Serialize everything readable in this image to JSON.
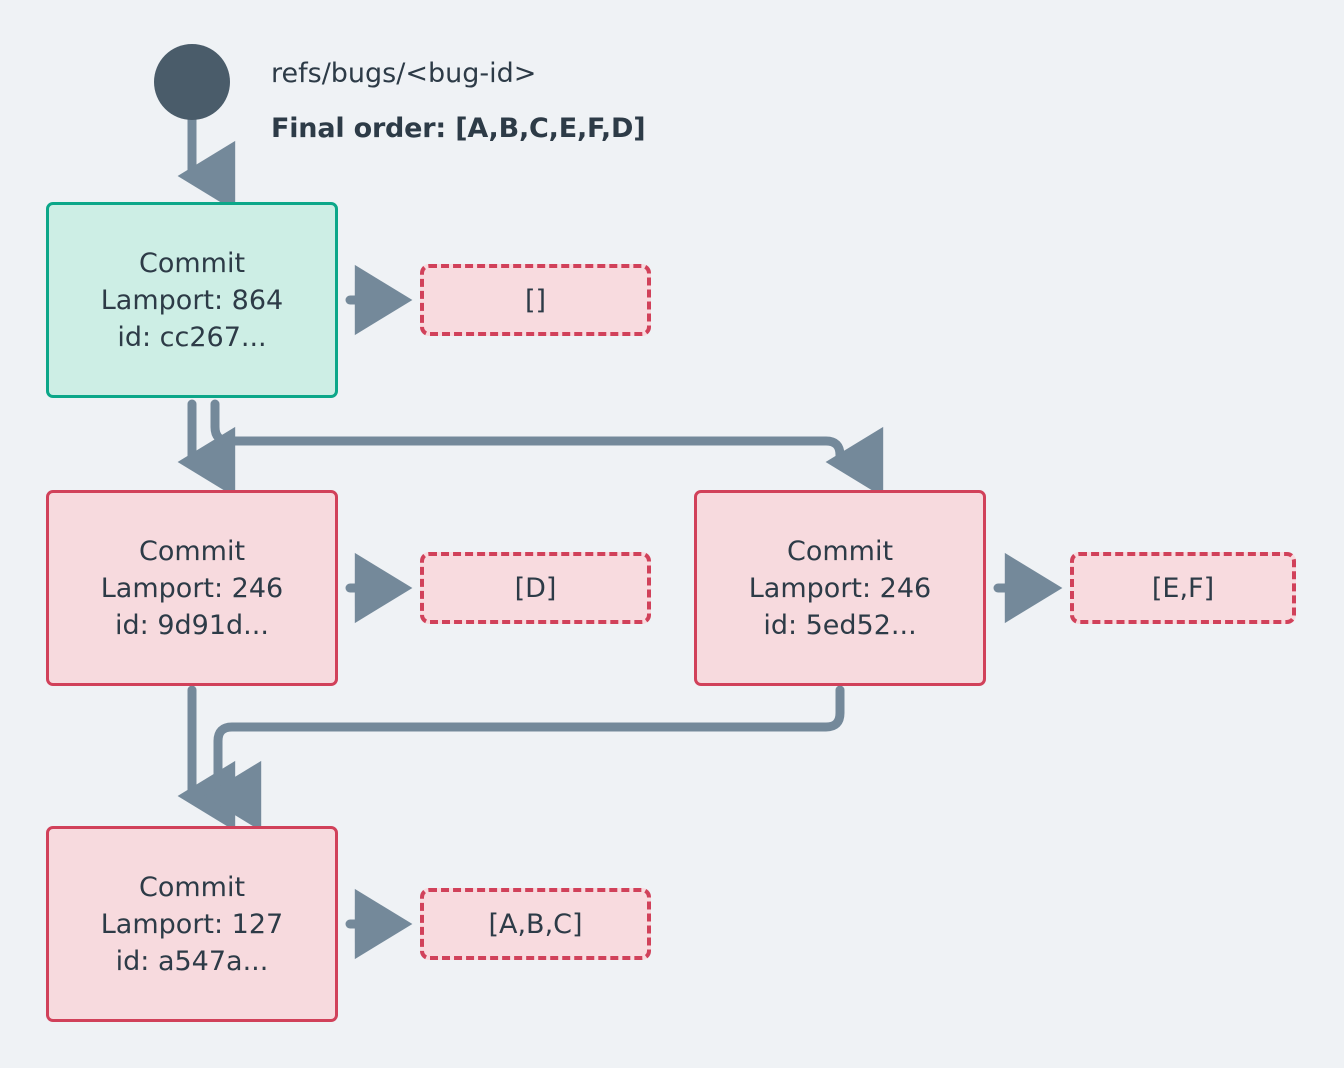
{
  "diagram": {
    "title": "refs/bugs/<bug-id>",
    "final_order_label": "Final order: [A,B,C,E,F,D]",
    "background_color": "#eff2f5",
    "colors": {
      "root_circle": "#4a5c6a",
      "edge": "#74899a",
      "teal_border": "#0ca789",
      "teal_fill": "#cdeee5",
      "pink_border": "#d1415a",
      "pink_fill": "#f7dade",
      "text": "#2d3b47"
    },
    "nodes": [
      {
        "id": "root-ref",
        "kind": "ref-circle",
        "label": ""
      },
      {
        "id": "commit-cc267",
        "kind": "commit",
        "style": "teal",
        "line1": "Commit",
        "line2": "Lamport: 864",
        "line3": "id: cc267...",
        "lamport": 864,
        "commit_id": "cc267..."
      },
      {
        "id": "commit-9d91d",
        "kind": "commit",
        "style": "pink",
        "line1": "Commit",
        "line2": "Lamport: 246",
        "line3": "id: 9d91d...",
        "lamport": 246,
        "commit_id": "9d91d..."
      },
      {
        "id": "commit-5ed52",
        "kind": "commit",
        "style": "pink",
        "line1": "Commit",
        "line2": "Lamport: 246",
        "line3": "id: 5ed52...",
        "lamport": 246,
        "commit_id": "5ed52..."
      },
      {
        "id": "commit-a547a",
        "kind": "commit",
        "style": "pink",
        "line1": "Commit",
        "line2": "Lamport: 127",
        "line3": "id: a547a...",
        "lamport": 127,
        "commit_id": "a547a..."
      }
    ],
    "operation_boxes": [
      {
        "id": "ops-cc267",
        "label": "[]",
        "for_commit": "cc267..."
      },
      {
        "id": "ops-9d91d",
        "label": "[D]",
        "for_commit": "9d91d..."
      },
      {
        "id": "ops-5ed52",
        "label": "[E,F]",
        "for_commit": "5ed52..."
      },
      {
        "id": "ops-a547a",
        "label": "[A,B,C]",
        "for_commit": "a547a..."
      }
    ]
  }
}
